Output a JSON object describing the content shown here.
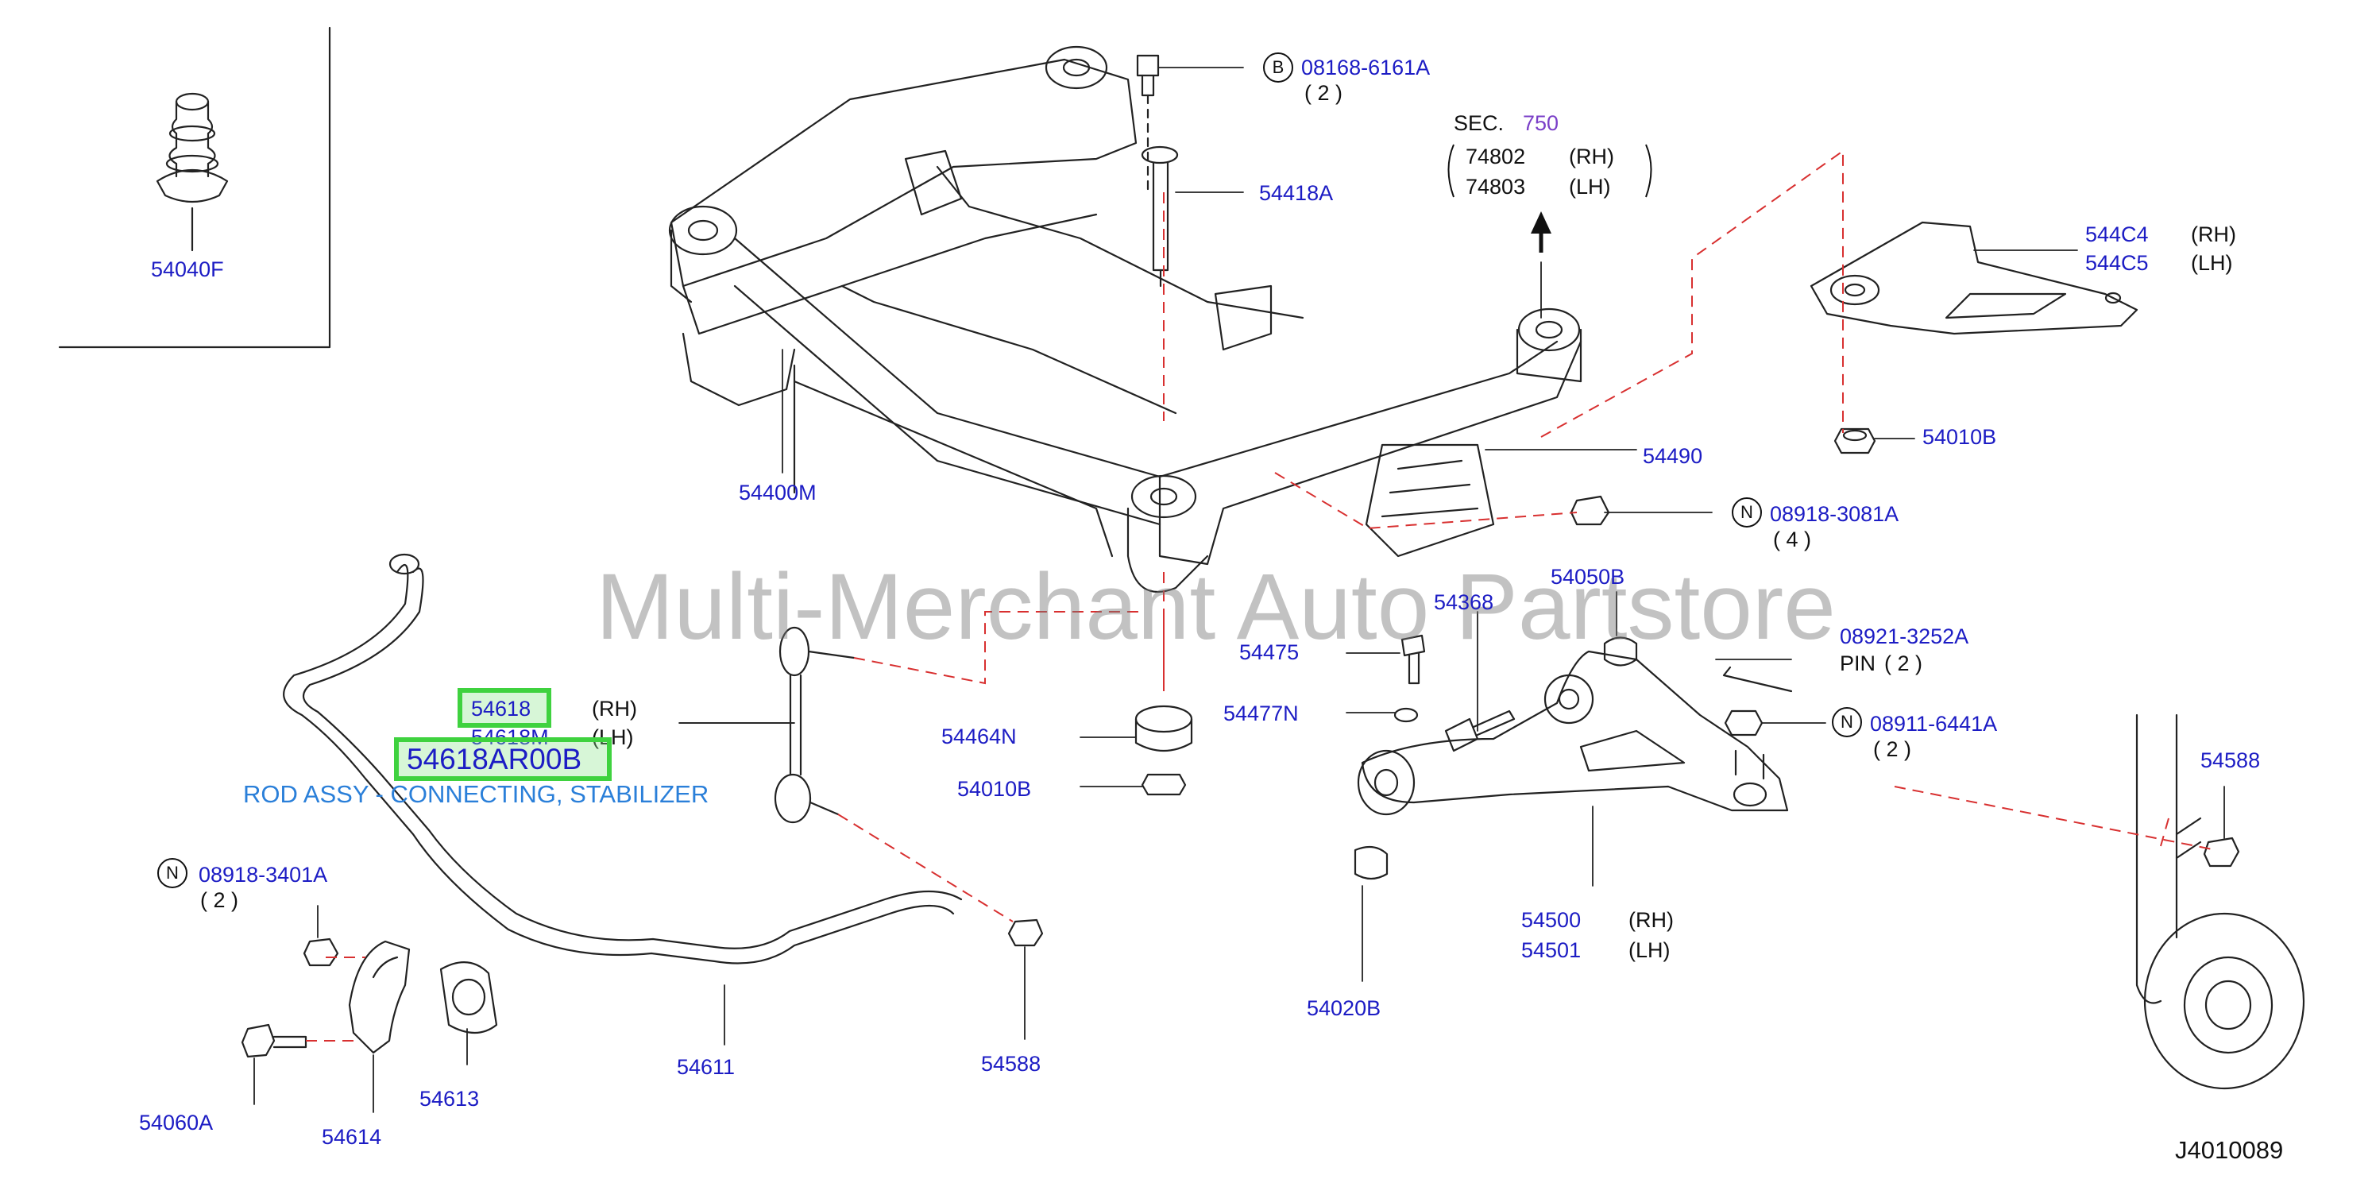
{
  "watermark": "Multi-Merchant Auto Partstore",
  "diagram_code": "J4010089",
  "highlighted_part": {
    "part_no": "54618AR00B",
    "description": "ROD ASSY - CONNECTING, STABILIZER"
  },
  "section_ref": {
    "prefix": "SEC.",
    "number": "750",
    "rh_part": "74802",
    "lh_part": "74803"
  },
  "side": {
    "rh": "(RH)",
    "lh": "(LH)"
  },
  "callout_symbols": {
    "b": "B",
    "n": "N"
  },
  "parts": {
    "p54040F": "54040F",
    "p08168_6161A": "08168-6161A",
    "q2": "( 2 )",
    "q4": "( 4 )",
    "p54418A": "54418A",
    "p544C4": "544C4",
    "p544C5": "544C5",
    "p54010B": "54010B",
    "p54490": "54490",
    "p54400M": "54400M",
    "p08918_3081A": "08918-3081A",
    "p54050B": "54050B",
    "p54368": "54368",
    "p54475": "54475",
    "p54477N": "54477N",
    "p08921_3252A": "08921-3252A",
    "pin": "PIN",
    "p08911_6441A": "08911-6441A",
    "p54588": "54588",
    "p54618": "54618",
    "p54618M": "54618M",
    "p54464N": "54464N",
    "p08918_3401A": "08918-3401A",
    "p54500": "54500",
    "p54501": "54501",
    "p54020B": "54020B",
    "p54611": "54611",
    "p54060A": "54060A",
    "p54614": "54614",
    "p54613": "54613"
  }
}
